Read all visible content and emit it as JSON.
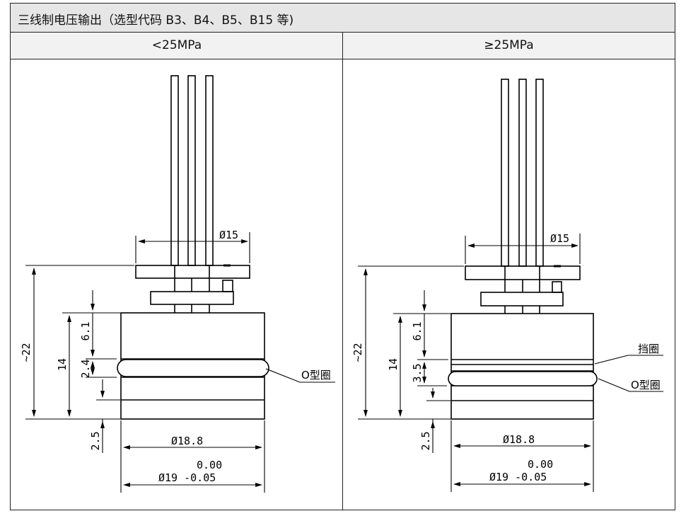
{
  "table": {
    "title": "三线制电压输出（选型代码 B3、B4、B5、B15 等)",
    "columns": [
      "<25MPa",
      "≥25MPa"
    ]
  },
  "left_drawing": {
    "dim_diameter_top": "Ø15",
    "dim_total_height": "~22",
    "dim_body_height": "14",
    "dim_upper_section": "6.1",
    "dim_groove": "2.4",
    "dim_bottom": "2.5",
    "dim_diameter_mid": "Ø18.8",
    "dim_tol_upper": "0.00",
    "dim_diameter_bottom": "Ø19 -0.05",
    "label_oring": "O型圈"
  },
  "right_drawing": {
    "dim_diameter_top": "Ø15",
    "dim_total_height": "~22",
    "dim_body_height": "14",
    "dim_upper_section": "6.1",
    "dim_groove": "3.5",
    "dim_bottom": "2.5",
    "dim_diameter_mid": "Ø18.8",
    "dim_tol_upper": "0.00",
    "dim_diameter_bottom": "Ø19 -0.05",
    "label_backup_ring": "挡圈",
    "label_oring": "O型圈"
  }
}
